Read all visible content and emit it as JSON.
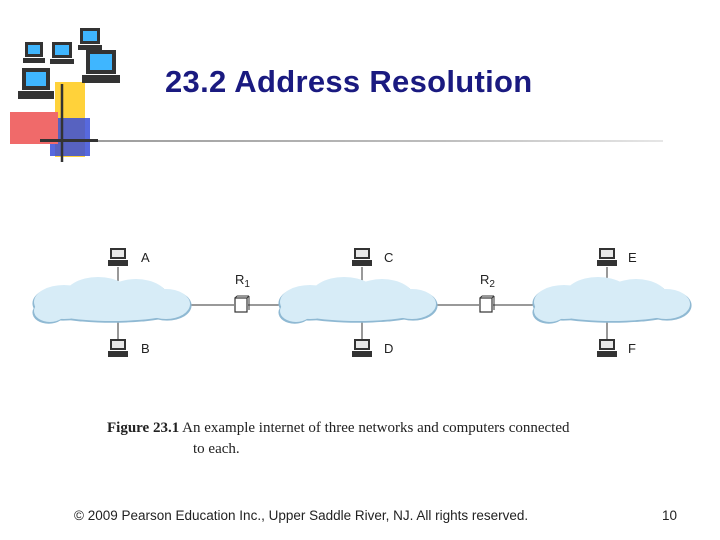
{
  "slide": {
    "title": "23.2  Address Resolution",
    "footer": "© 2009 Pearson Education Inc., Upper Saddle River, NJ. All rights reserved.",
    "page_number": "10"
  },
  "figure": {
    "caption_label": "Figure 23.1",
    "caption_line1": "An example internet of three networks and computers connected",
    "caption_line2": "to each.",
    "computers": [
      "A",
      "B",
      "C",
      "D",
      "E",
      "F"
    ],
    "routers": [
      {
        "letter": "R",
        "subscript": "1"
      },
      {
        "letter": "R",
        "subscript": "2"
      }
    ]
  },
  "colors": {
    "title": "#1a1a80",
    "cloud_fill": "#d7ecf7",
    "cloud_stroke": "#8fb9d3",
    "logo_yellow": "#ffd23a",
    "logo_red": "#f06a6a",
    "logo_blue": "#3a4fd8"
  }
}
